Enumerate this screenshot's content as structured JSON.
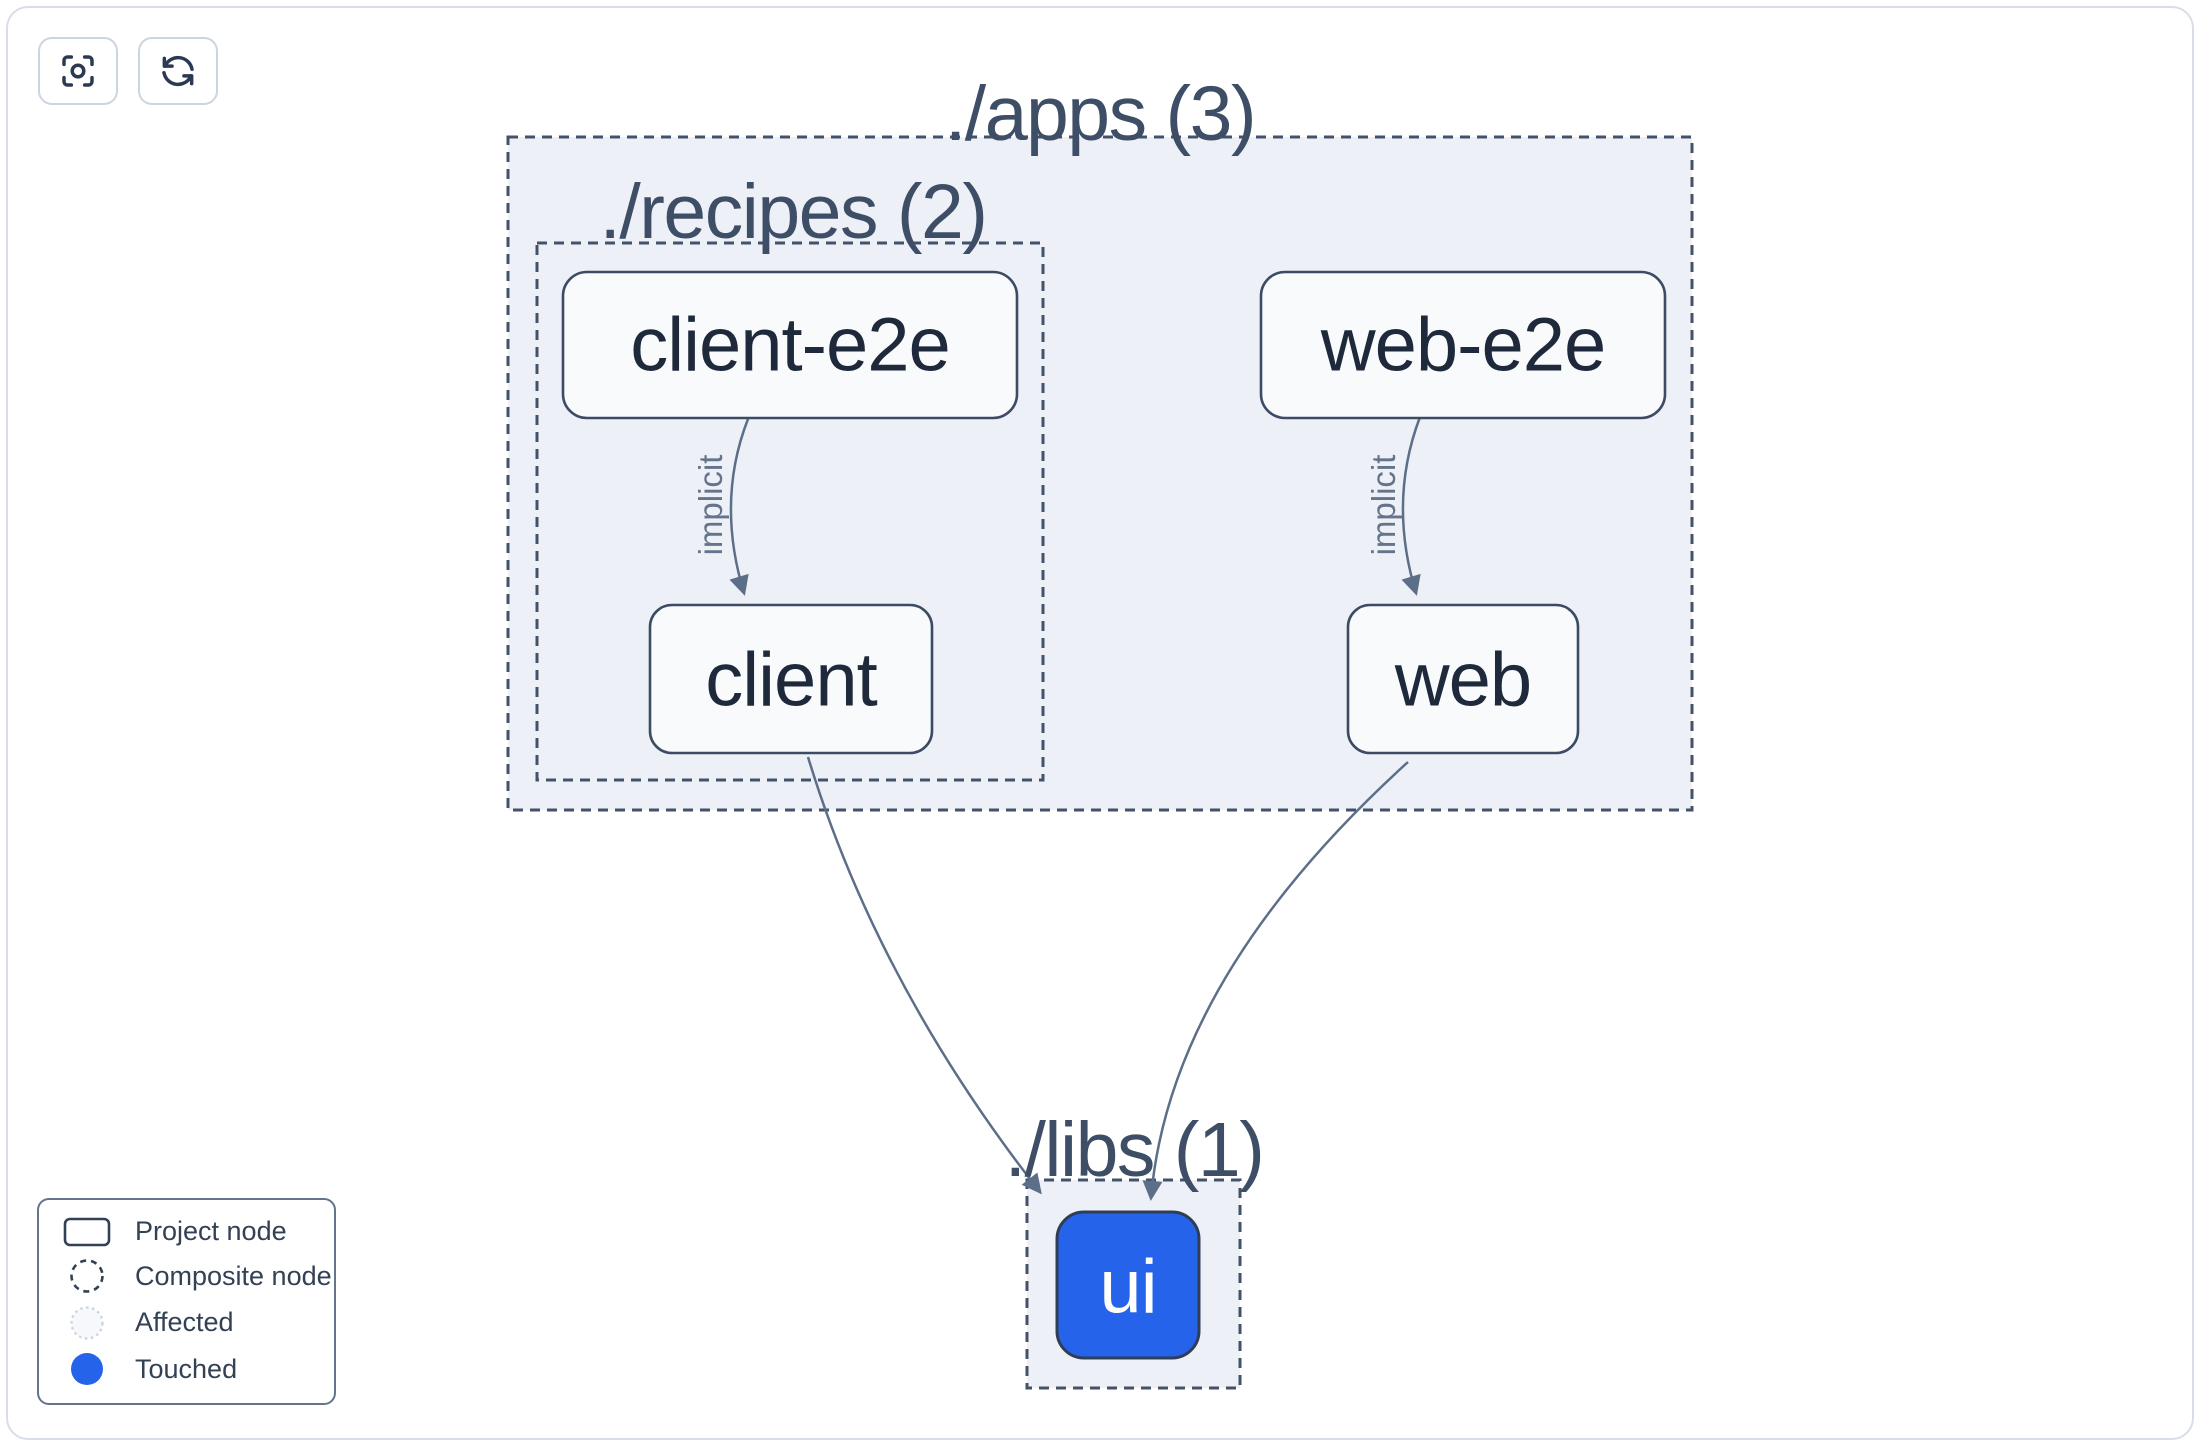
{
  "toolbar": {
    "buttons": [
      {
        "name": "focus",
        "icon": "focus-center-icon"
      },
      {
        "name": "refresh",
        "icon": "refresh-icon"
      }
    ]
  },
  "graph": {
    "groups": [
      {
        "id": "apps",
        "label": "./apps (3)"
      },
      {
        "id": "recipes",
        "label": "./recipes (2)"
      },
      {
        "id": "libs",
        "label": "./libs (1)"
      }
    ],
    "nodes": [
      {
        "id": "client-e2e",
        "label": "client-e2e",
        "state": "normal"
      },
      {
        "id": "web-e2e",
        "label": "web-e2e",
        "state": "normal"
      },
      {
        "id": "client",
        "label": "client",
        "state": "normal"
      },
      {
        "id": "web",
        "label": "web",
        "state": "normal"
      },
      {
        "id": "ui",
        "label": "ui",
        "state": "touched"
      }
    ],
    "edges": [
      {
        "from": "client-e2e",
        "to": "client",
        "label": "implicit",
        "type": "implicit"
      },
      {
        "from": "web-e2e",
        "to": "web",
        "label": "implicit",
        "type": "implicit"
      },
      {
        "from": "client",
        "to": "ui",
        "label": "",
        "type": "static"
      },
      {
        "from": "web",
        "to": "ui",
        "label": "",
        "type": "static"
      }
    ],
    "colors": {
      "touched": "#2563eb",
      "node_fill": "#f8fafc",
      "node_border": "#3c4b63",
      "edge": "#5d6e88",
      "container_fill": "#edf1f7",
      "container_border": "#42526b"
    }
  },
  "legend": {
    "items": [
      {
        "label": "Project node",
        "swatch": "project"
      },
      {
        "label": "Composite node",
        "swatch": "composite"
      },
      {
        "label": "Affected",
        "swatch": "affected"
      },
      {
        "label": "Touched",
        "swatch": "touched"
      }
    ]
  }
}
